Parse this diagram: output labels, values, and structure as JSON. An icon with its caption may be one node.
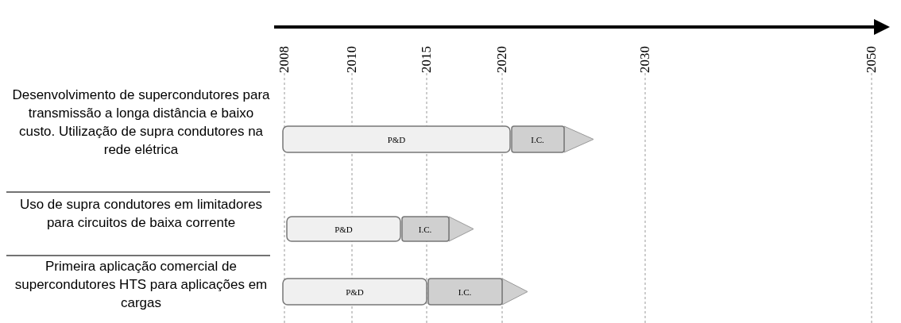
{
  "diagram": {
    "nodes": [
      {
        "text": [
          "P&D"
        ]
      },
      {
        "text": [
          "I.C."
        ]
      },
      {
        "text": [
          "P&D"
        ]
      },
      {
        "text": [
          "I.C."
        ]
      },
      {
        "text": [
          "P&D"
        ]
      },
      {
        "text": [
          "I.C."
        ]
      }
    ],
    "labels": [
      "2008",
      "2010",
      "2015",
      "2020",
      "2030",
      "2050",
      "Desenvolvimento de supercondutores para transmissão a longa distância e baixo custo. Utilização de supra condutores na rede elétrica",
      "Uso de supra condutores em limitadores para circuitos de baixa corrente",
      "Primeira aplicação comercial de supercondutores HTS para aplicações em cargas"
    ]
  }
}
